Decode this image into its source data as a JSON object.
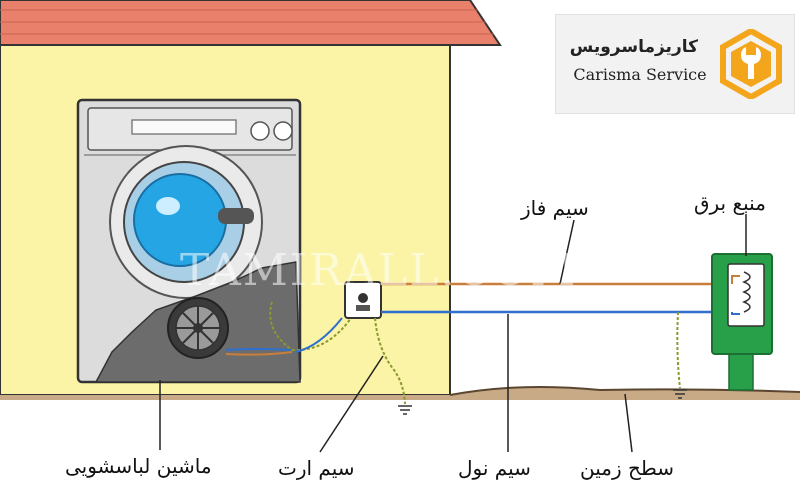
{
  "labels": {
    "phase_wire": "سیم فاز",
    "power_source": "منبع برق",
    "washing_machine": "ماشین لباسشویی",
    "earth_wire": "سیم ارت",
    "neutral_wire": "سیم نول",
    "ground_level": "سطح زمین"
  },
  "logo": {
    "persian_name": "کاریزماسرویس",
    "english_name": "Carisma Service",
    "icon": "wrench-gear-icon"
  },
  "watermark": "TAMIRALL.COM",
  "colors": {
    "wall": "#fbf3a5",
    "roof": "#e9806c",
    "ground": "#c8ab86",
    "phase_wire": "#c87f3b",
    "neutral_wire": "#2f6fd0",
    "earth_wire": "#8a9a2f",
    "power_box": "#27a049",
    "drum": "#26a5e4",
    "logo_orange": "#f3a51c"
  }
}
